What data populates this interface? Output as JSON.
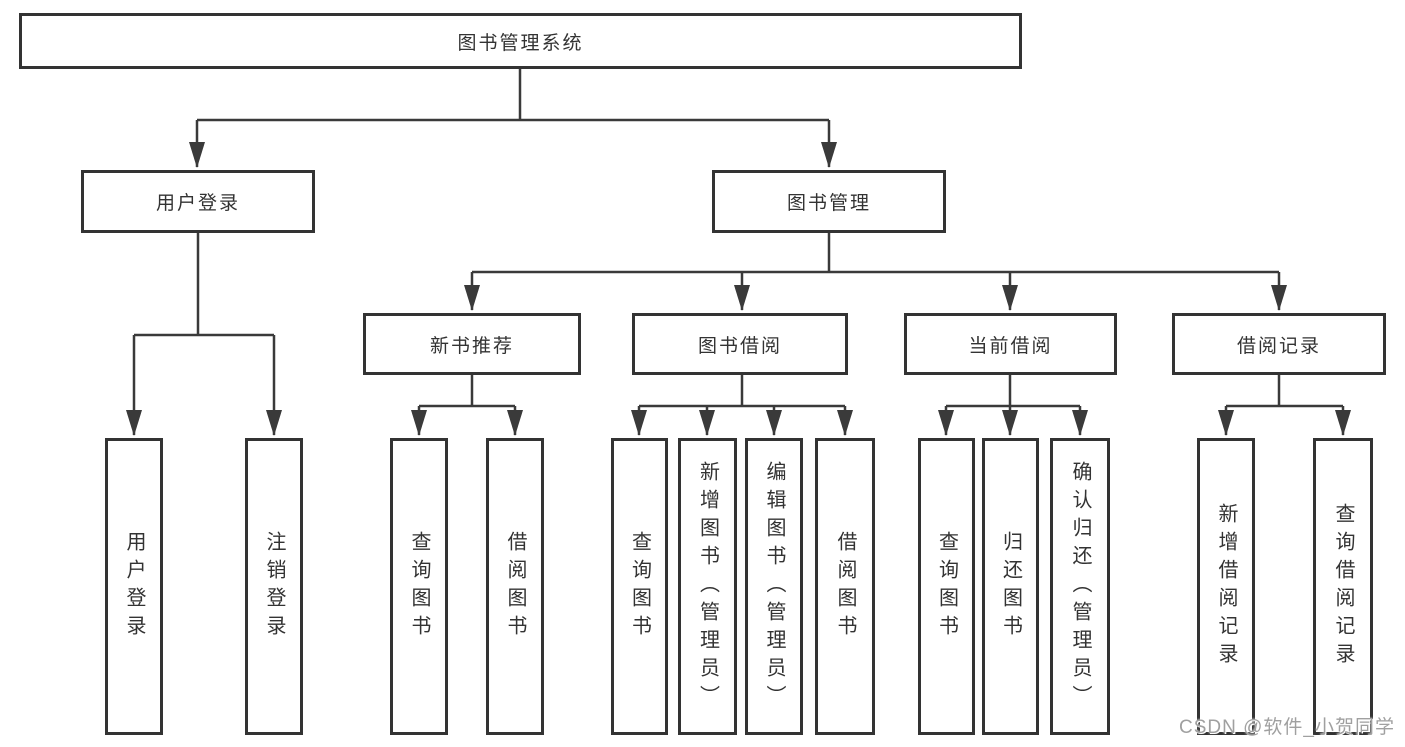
{
  "diagram": {
    "type": "hierarchy",
    "colors": {
      "line": "#3a3a3a",
      "box_border": "#333333",
      "text": "#333333",
      "background": "#ffffff",
      "watermark": "#a0a0a0"
    },
    "tree": {
      "label": "图书管理系统",
      "children": [
        {
          "label": "用户登录",
          "children": [
            {
              "label": "用户登录"
            },
            {
              "label": "注销登录"
            }
          ]
        },
        {
          "label": "图书管理",
          "children": [
            {
              "label": "新书推荐",
              "children": [
                {
                  "label": "查询图书"
                },
                {
                  "label": "借阅图书"
                }
              ]
            },
            {
              "label": "图书借阅",
              "children": [
                {
                  "label": "查询图书"
                },
                {
                  "label": "新增图书（管理员）"
                },
                {
                  "label": "编辑图书（管理员）"
                },
                {
                  "label": "借阅图书"
                }
              ]
            },
            {
              "label": "当前借阅",
              "children": [
                {
                  "label": "查询图书"
                },
                {
                  "label": "归还图书"
                },
                {
                  "label": "确认归还（管理员）"
                }
              ]
            },
            {
              "label": "借阅记录",
              "children": [
                {
                  "label": "新增借阅记录"
                },
                {
                  "label": "查询借阅记录"
                }
              ]
            }
          ]
        }
      ]
    },
    "watermark": {
      "text": "CSDN @软件_小贺同学"
    }
  }
}
